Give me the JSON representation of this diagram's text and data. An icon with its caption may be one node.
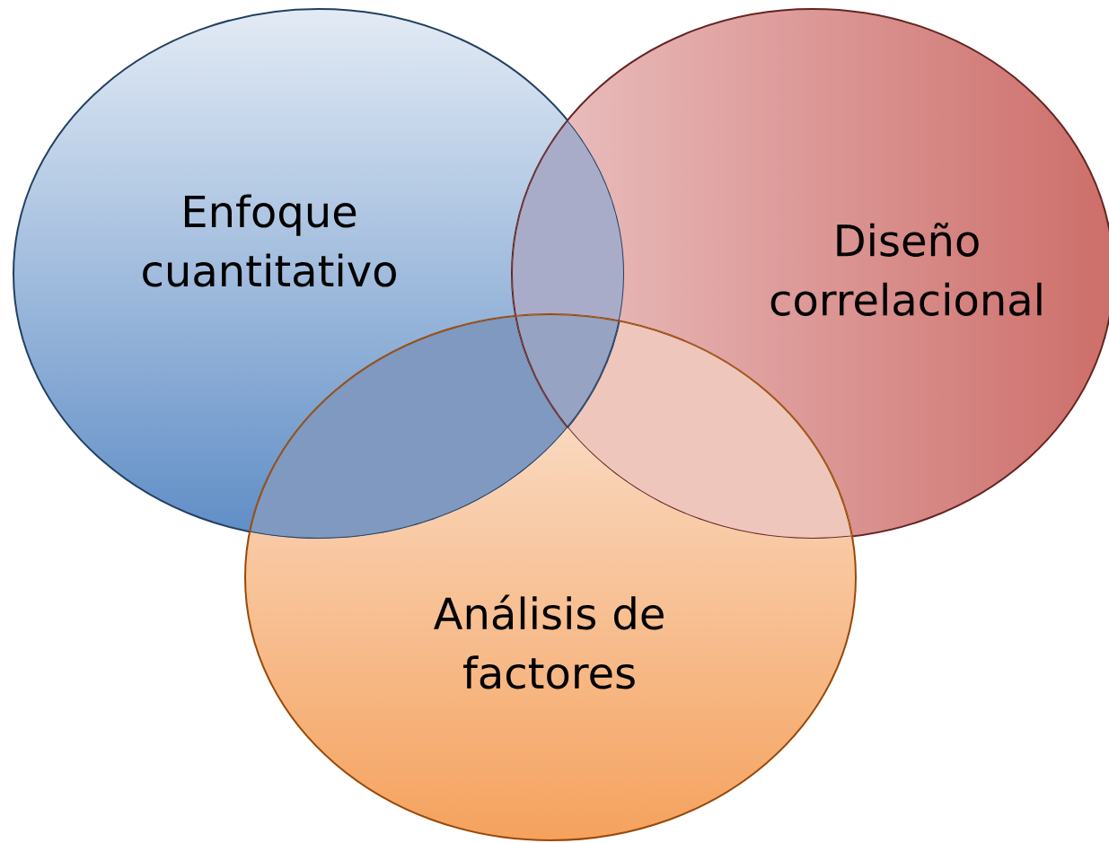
{
  "diagram": {
    "nodes": [
      {
        "text": [
          "Enfoque cuantitativo"
        ]
      },
      {
        "text": [
          "Diseño correlacional"
        ]
      },
      {
        "text": [
          "Análisis de factores"
        ]
      }
    ]
  }
}
